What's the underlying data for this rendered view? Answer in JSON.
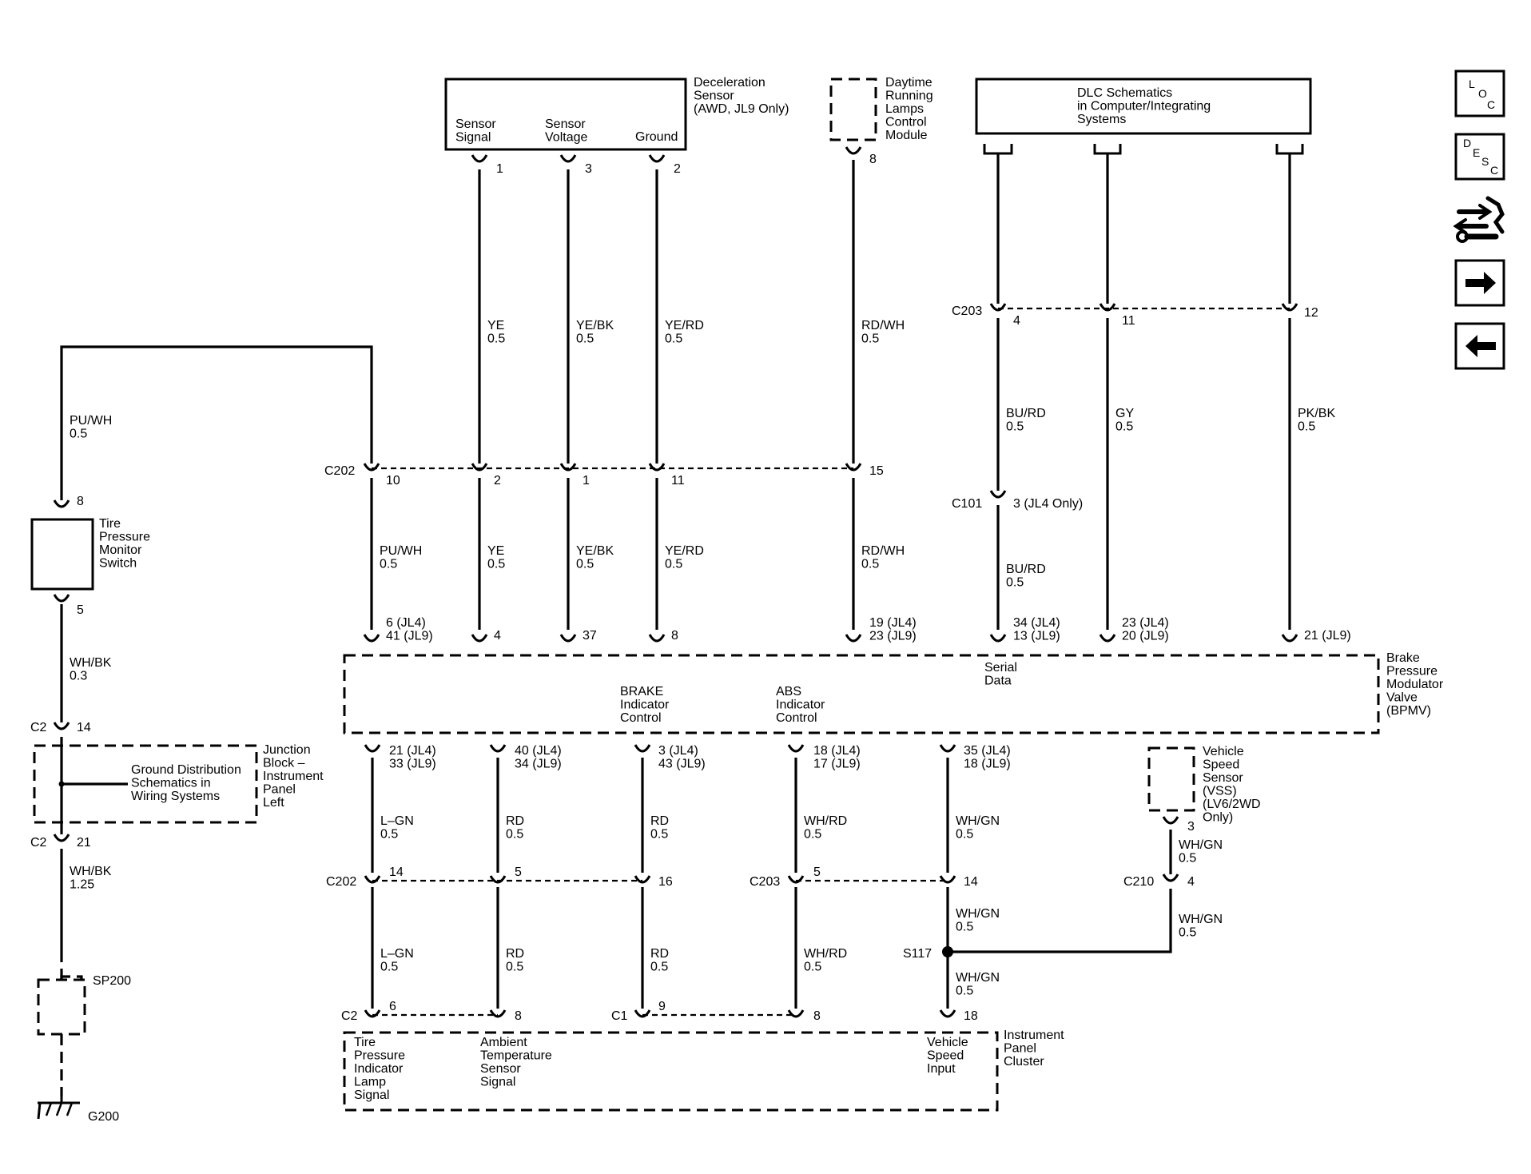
{
  "components": {
    "decel": {
      "name": [
        "Deceleration",
        "Sensor",
        "(AWD, JL9 Only)"
      ],
      "pins": [
        "Sensor",
        "Signal",
        "Sensor",
        "Voltage",
        "Ground"
      ]
    },
    "drl": {
      "name": [
        "Daytime",
        "Running",
        "Lamps",
        "Control",
        "Module"
      ]
    },
    "dlc": {
      "name": [
        "DLC Schematics",
        "in Computer/Integrating",
        "Systems"
      ]
    },
    "tpms": {
      "name": [
        "Tire",
        "Pressure",
        "Monitor",
        "Switch"
      ]
    },
    "junction": {
      "name": [
        "Junction",
        "Block –",
        "Instrument",
        "Panel",
        "Left"
      ],
      "ref": [
        "Ground Distribution",
        "Schematics in",
        "Wiring Systems"
      ]
    },
    "bpmv": {
      "name": [
        "Brake",
        "Pressure",
        "Modulator",
        "Valve",
        "(BPMV)"
      ],
      "serial": [
        "Serial",
        "Data"
      ],
      "brake_ind": [
        "BRAKE",
        "Indicator",
        "Control"
      ],
      "abs_ind": [
        "ABS",
        "Indicator",
        "Control"
      ]
    },
    "vss": {
      "name": [
        "Vehicle",
        "Speed",
        "Sensor",
        "(VSS)",
        "(LV6/2WD",
        "Only)"
      ]
    },
    "ipc": {
      "name": [
        "Instrument",
        "Panel",
        "Cluster"
      ],
      "tire": [
        "Tire",
        "Pressure",
        "Indicator",
        "Lamp",
        "Signal"
      ],
      "ambient": [
        "Ambient",
        "Temperature",
        "Sensor",
        "Signal"
      ],
      "speed": [
        "Vehicle",
        "Speed",
        "Input"
      ]
    }
  },
  "connectors": {
    "c202": "C202",
    "c203": "C203",
    "c101": "C101",
    "c2": "C2",
    "c1": "C1",
    "c210": "C210",
    "s117": "S117",
    "sp200": "SP200",
    "g200": "G200"
  },
  "pins": {
    "decel_1": "1",
    "decel_3": "3",
    "decel_2": "2",
    "drl_8": "8",
    "c202_10": "10",
    "c202_2": "2",
    "c202_1": "1",
    "c202_11": "11",
    "c202_15": "15",
    "c203_4": "4",
    "c203_11": "11",
    "c203_12": "12",
    "c101_3": "3 (JL4 Only)",
    "tpms_8": "8",
    "tpms_5": "5",
    "c2_14": "14",
    "c2_21": "21",
    "bt_a": [
      "6 (JL4)",
      "41 (JL9)"
    ],
    "bt_b": "4",
    "bt_c": "37",
    "bt_d": "8",
    "bt_e": [
      "19 (JL4)",
      "23 (JL9)"
    ],
    "bt_f": [
      "34 (JL4)",
      "13 (JL9)"
    ],
    "bt_g": [
      "23 (JL4)",
      "20 (JL9)"
    ],
    "bt_h": "21 (JL9)",
    "bb_a": [
      "21 (JL4)",
      "33 (JL9)"
    ],
    "bb_b": [
      "40 (JL4)",
      "34 (JL9)"
    ],
    "bb_c": [
      "3 (JL4)",
      "43 (JL9)"
    ],
    "bb_d": [
      "18 (JL4)",
      "17 (JL9)"
    ],
    "bb_e": [
      "35 (JL4)",
      "18 (JL9)"
    ],
    "vss_3": "3",
    "c210_4": "4",
    "lc202_14": "14",
    "lc202_5": "5",
    "lc202_16": "16",
    "lc203_5": "5",
    "lc203_14": "14",
    "ipc_c2_6": "6",
    "ipc_c2_8": "8",
    "ipc_c1_9": "9",
    "ipc_c1_8": "8",
    "ipc_18": "18"
  },
  "wires": {
    "w_puwh_a": [
      "PU/WH",
      "0.5"
    ],
    "w_ye_a": [
      "YE",
      "0.5"
    ],
    "w_yebk_a": [
      "YE/BK",
      "0.5"
    ],
    "w_yerd_a": [
      "YE/RD",
      "0.5"
    ],
    "w_rdwh_a": [
      "RD/WH",
      "0.5"
    ],
    "w_burd_a": [
      "BU/RD",
      "0.5"
    ],
    "w_gy": [
      "GY",
      "0.5"
    ],
    "w_pkbk": [
      "PK/BK",
      "0.5"
    ],
    "w_puwh_b": [
      "PU/WH",
      "0.5"
    ],
    "w_ye_b": [
      "YE",
      "0.5"
    ],
    "w_yebk_b": [
      "YE/BK",
      "0.5"
    ],
    "w_yerd_b": [
      "YE/RD",
      "0.5"
    ],
    "w_rdwh_b": [
      "RD/WH",
      "0.5"
    ],
    "w_burd_b": [
      "BU/RD",
      "0.5"
    ],
    "w_whbk_a": [
      "WH/BK",
      "0.3"
    ],
    "w_whbk_b": [
      "WH/BK",
      "1.25"
    ],
    "w_lgn_a": [
      "L–GN",
      "0.5"
    ],
    "w_rd_a1": [
      "RD",
      "0.5"
    ],
    "w_rd_a2": [
      "RD",
      "0.5"
    ],
    "w_whrd_a": [
      "WH/RD",
      "0.5"
    ],
    "w_whgn_a": [
      "WH/GN",
      "0.5"
    ],
    "w_lgn_b": [
      "L–GN",
      "0.5"
    ],
    "w_rd_b1": [
      "RD",
      "0.5"
    ],
    "w_rd_b2": [
      "RD",
      "0.5"
    ],
    "w_whrd_b": [
      "WH/RD",
      "0.5"
    ],
    "w_whgn_b": [
      "WH/GN",
      "0.5"
    ],
    "w_whgn_c": [
      "WH/GN",
      "0.5"
    ],
    "w_vss_a": [
      "WH/GN",
      "0.5"
    ],
    "w_vss_b": [
      "WH/GN",
      "0.5"
    ]
  },
  "nav": {
    "loc": [
      "L",
      "O",
      "C"
    ],
    "desc": [
      "D",
      "E",
      "S",
      "C"
    ]
  }
}
